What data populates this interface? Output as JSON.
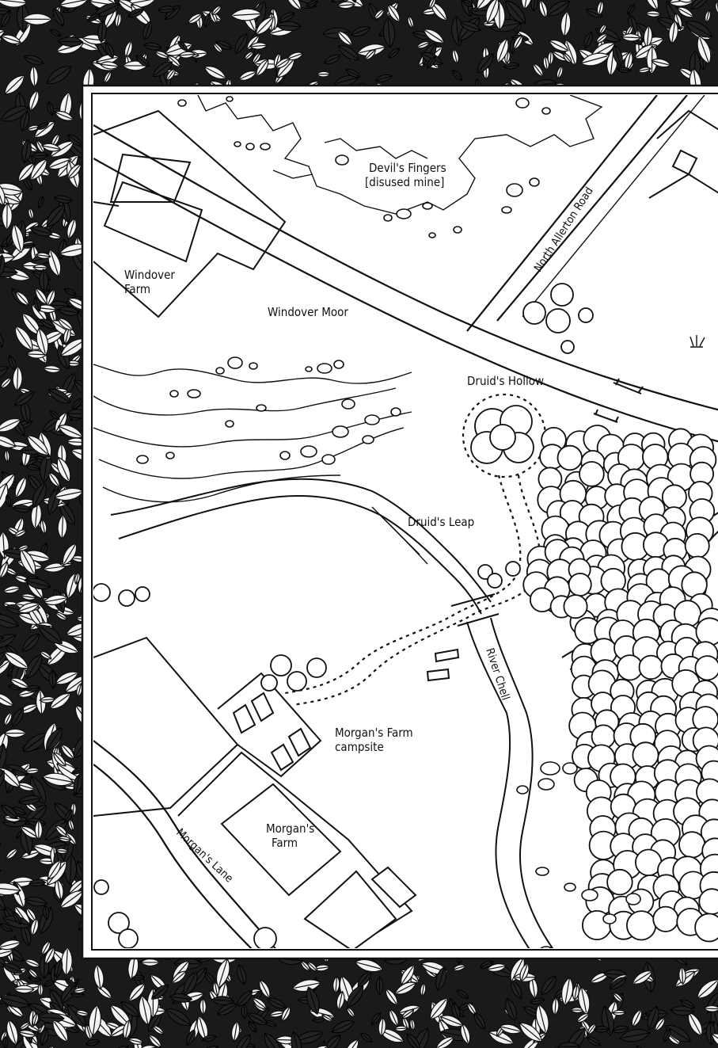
{
  "map": {
    "labels": {
      "devils_fingers": [
        "Devil's Fingers",
        "[disused mine]"
      ],
      "north_allerton_road": "North Allerton Road",
      "windover_farm": [
        "Windover",
        "Farm"
      ],
      "windover_moor": "Windover Moor",
      "druids_hollow": "Druid's Hollow",
      "druids_leap": "Druid's Leap",
      "river_chell": "River Chell",
      "morgans_farm_campsite": [
        "Morgan's Farm",
        "campsite"
      ],
      "morgans_farm": [
        "Morgan's",
        "Farm"
      ],
      "morgans_lane": "Morgan's Lane"
    },
    "colors": {
      "ink": "#111111",
      "paper": "#ffffff",
      "border_foliage": "#222222"
    },
    "icons": [
      "tree-icon",
      "rock-icon",
      "building-icon",
      "leaf-icon"
    ]
  }
}
